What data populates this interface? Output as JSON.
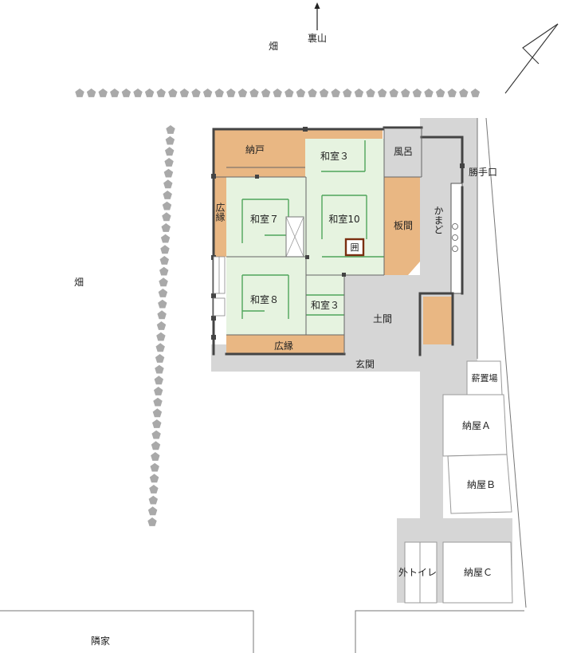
{
  "labels": {
    "field_top": "畑",
    "back_mountain": "裏山",
    "field_left": "畑",
    "nando": "納戸",
    "washitsu3_top": "和室３",
    "furo": "風呂",
    "katteguchi": "勝手口",
    "hiroen_left": "広縁",
    "washitsu7": "和室７",
    "washitsu10": "和室10",
    "irori": "囲",
    "itama": "板間",
    "kamado": "かまど",
    "washitsu8": "和室８",
    "washitsu3_small": "和室３",
    "doma": "土間",
    "hiroen_bottom": "広縁",
    "genkan": "玄関",
    "makioki": "薪置場",
    "naya_a": "納屋Ａ",
    "naya_b": "納屋Ｂ",
    "soto_toire": "外トイレ",
    "naya_c": "納屋Ｃ",
    "rinka": "隣家"
  },
  "colors": {
    "wood": "#e9b783",
    "tatami": "#e6f3e0",
    "tatami_line": "#4fa55a",
    "ground": "#d6d6d6",
    "wall": "#444444",
    "hedge": "#a9a9a9",
    "irori_border": "#7a2e10"
  }
}
